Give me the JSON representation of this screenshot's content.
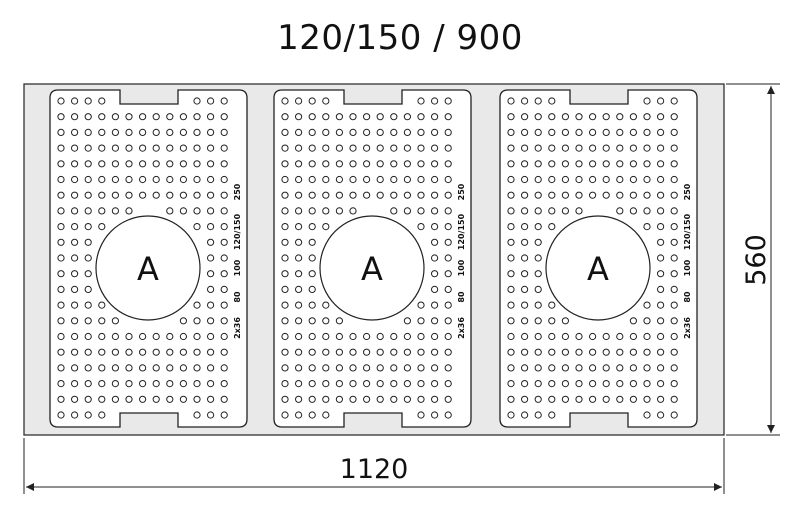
{
  "title": "120/150 / 900",
  "dimensions": {
    "width": "1120",
    "height": "560"
  },
  "plates": [
    {
      "center_label": "A",
      "side_labels": [
        "250",
        "120/150",
        "100",
        "80",
        "2x36"
      ]
    },
    {
      "center_label": "A",
      "side_labels": [
        "250",
        "120/150",
        "100",
        "80",
        "2x36"
      ]
    },
    {
      "center_label": "A",
      "side_labels": [
        "250",
        "120/150",
        "100",
        "80",
        "2x36"
      ]
    }
  ],
  "colors": {
    "line": "#222222",
    "fill": "#e9e9e9",
    "white": "#ffffff"
  }
}
